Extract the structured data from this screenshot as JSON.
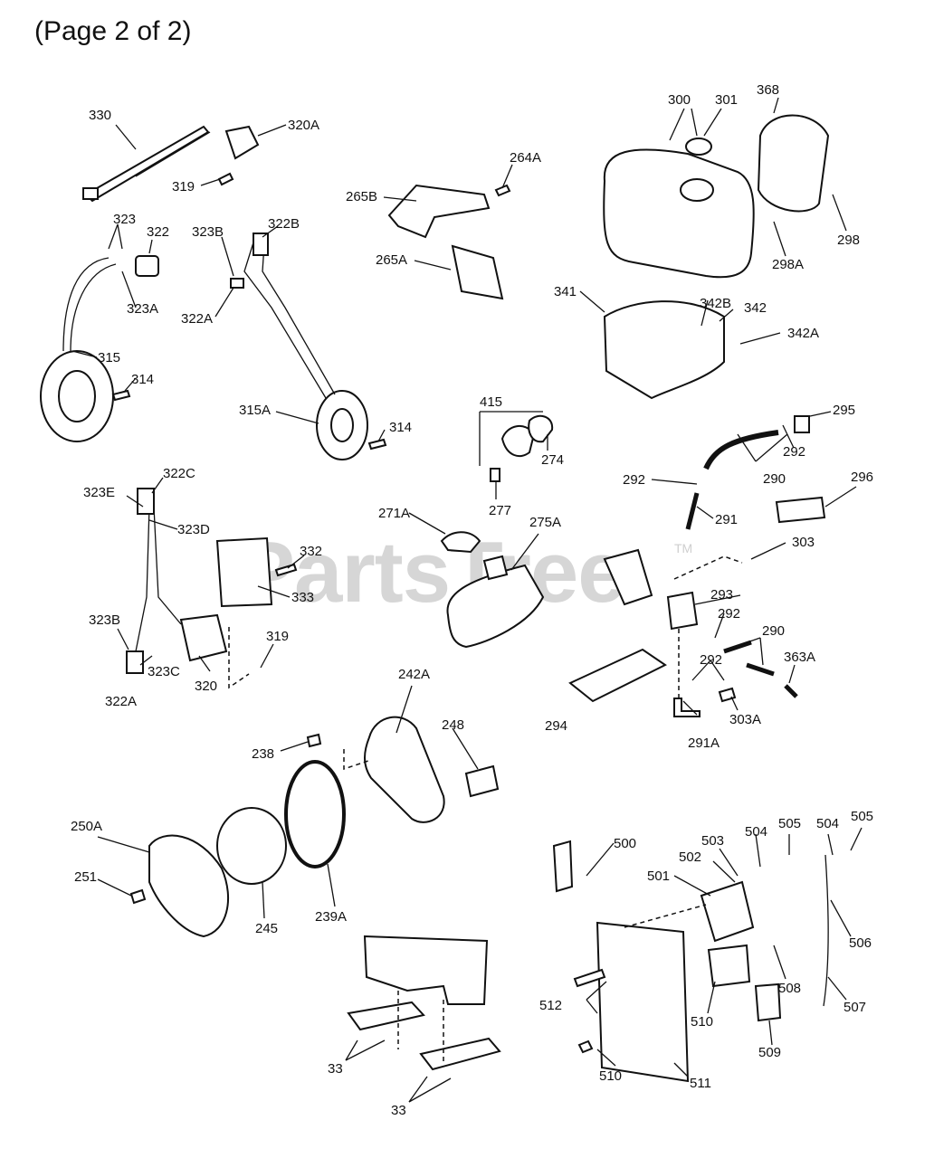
{
  "page": {
    "title": "(Page 2 of 2)"
  },
  "watermark": {
    "text": "PartsTree",
    "tm": "TM"
  },
  "labels": [
    "330",
    "320A",
    "319",
    "264A",
    "265B",
    "265A",
    "300",
    "301",
    "368",
    "298",
    "298A",
    "323",
    "322",
    "323A",
    "323B",
    "322B",
    "322A",
    "315",
    "314",
    "315A",
    "314",
    "341",
    "342B",
    "342",
    "342A",
    "415",
    "274",
    "277",
    "295",
    "292",
    "290",
    "292",
    "296",
    "291",
    "322C",
    "323E",
    "323D",
    "332",
    "333",
    "271A",
    "275A",
    "303",
    "293",
    "292",
    "290",
    "363A",
    "292",
    "323B",
    "323C",
    "320",
    "319",
    "322A",
    "294",
    "303A",
    "291A",
    "242A",
    "238",
    "248",
    "250A",
    "251",
    "245",
    "239A",
    "500",
    "503",
    "504",
    "505",
    "504",
    "505",
    "501",
    "502",
    "506",
    "508",
    "507",
    "512",
    "510",
    "509",
    "510",
    "511",
    "33",
    "33"
  ]
}
